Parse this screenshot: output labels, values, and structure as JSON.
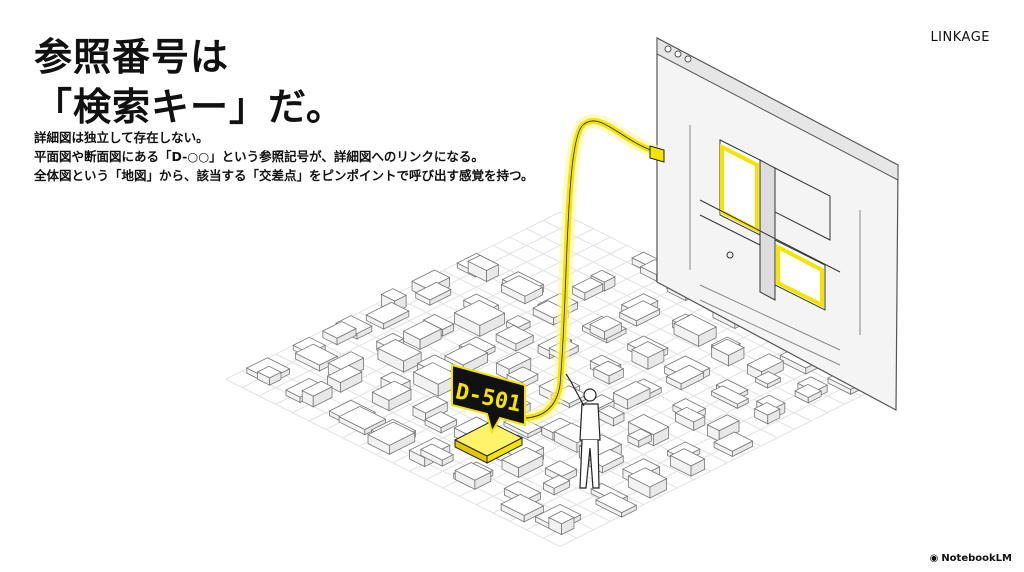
{
  "title": {
    "line1": "参照番号は",
    "line2": "「検索キー」だ。"
  },
  "body": [
    "詳細図は独立して存在しない。",
    "平面図や断面図にある「D-○○」という参照記号が、詳細図へのリンクになる。",
    "全体図という「地図」から、該当する「交差点」をピンポイントで呼び出す感覚を持つ。"
  ],
  "brand_label": "LINKAGE",
  "reference_tag": "D-501",
  "footer_logo": "NotebookLM",
  "colors": {
    "accent": "#f5e300",
    "ink": "#111111",
    "line": "#9a9a9a"
  }
}
